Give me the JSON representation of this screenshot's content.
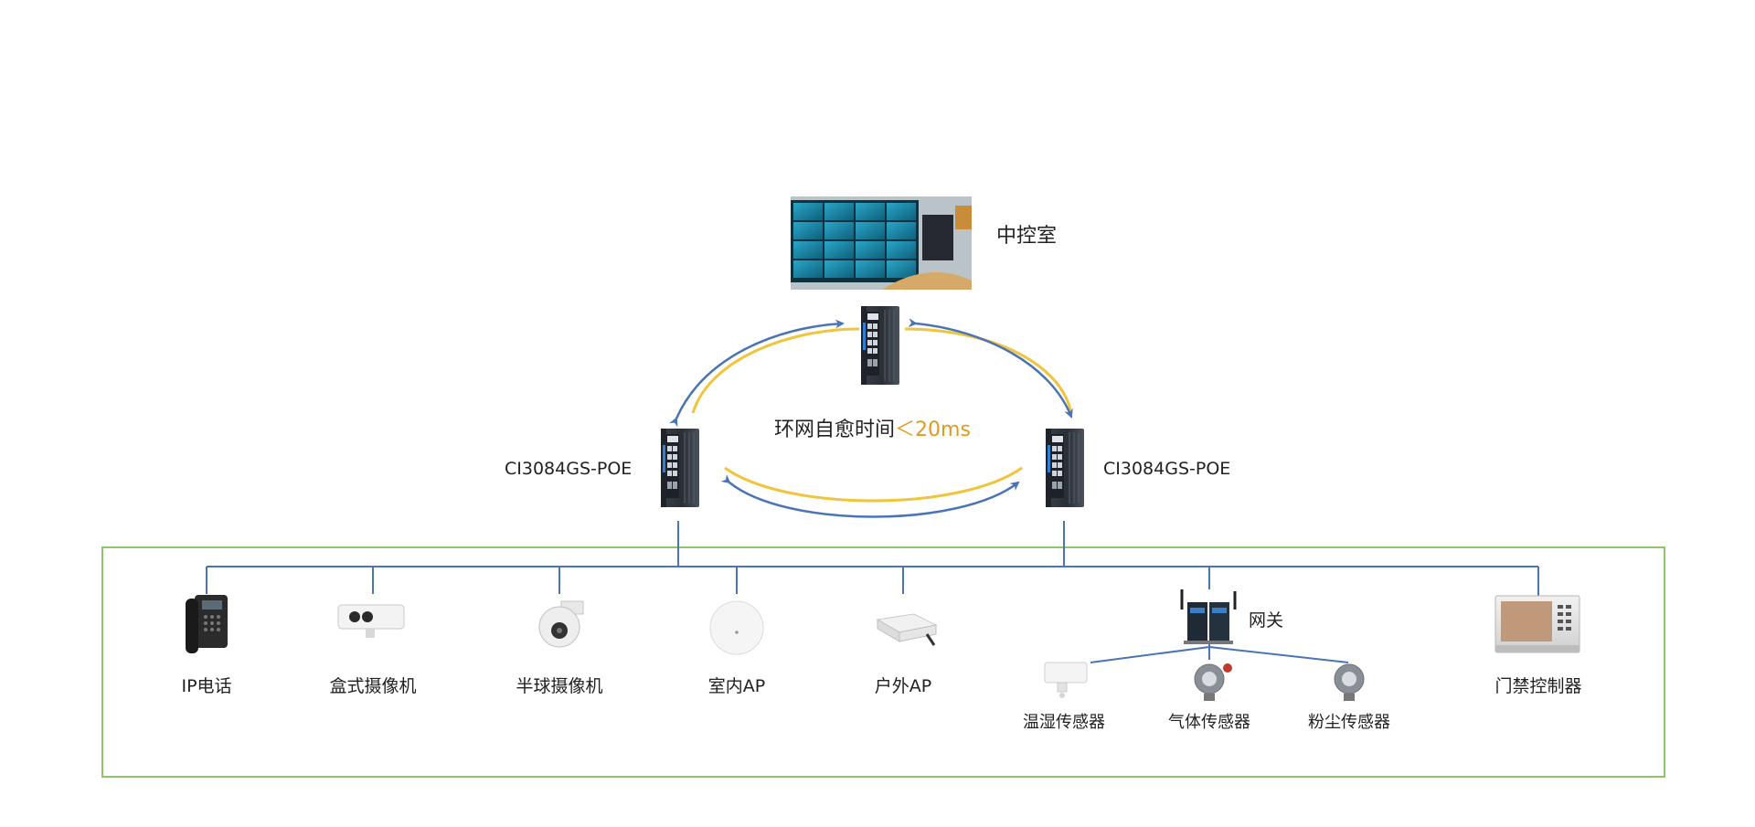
{
  "colors": {
    "link_blue": "#4a74b4",
    "ring_yellow": "#f0c43c",
    "frame_green": "#8cc66a",
    "accent_orange": "#e29a1c"
  },
  "control_room": {
    "label": "中控室"
  },
  "ring": {
    "caption_prefix": "环网自愈时间",
    "caption_value": "＜20ms"
  },
  "switches": {
    "left": {
      "model": "CI3084GS-POE"
    },
    "right": {
      "model": "CI3084GS-POE"
    }
  },
  "devices": {
    "ip_phone": "IP电话",
    "box_camera": "盒式摄像机",
    "dome_camera": "半球摄像机",
    "indoor_ap": "室内AP",
    "outdoor_ap": "户外AP",
    "gateway": "网关",
    "temp_humidity_sensor": "温湿传感器",
    "gas_sensor": "气体传感器",
    "dust_sensor": "粉尘传感器",
    "access_controller": "门禁控制器"
  }
}
